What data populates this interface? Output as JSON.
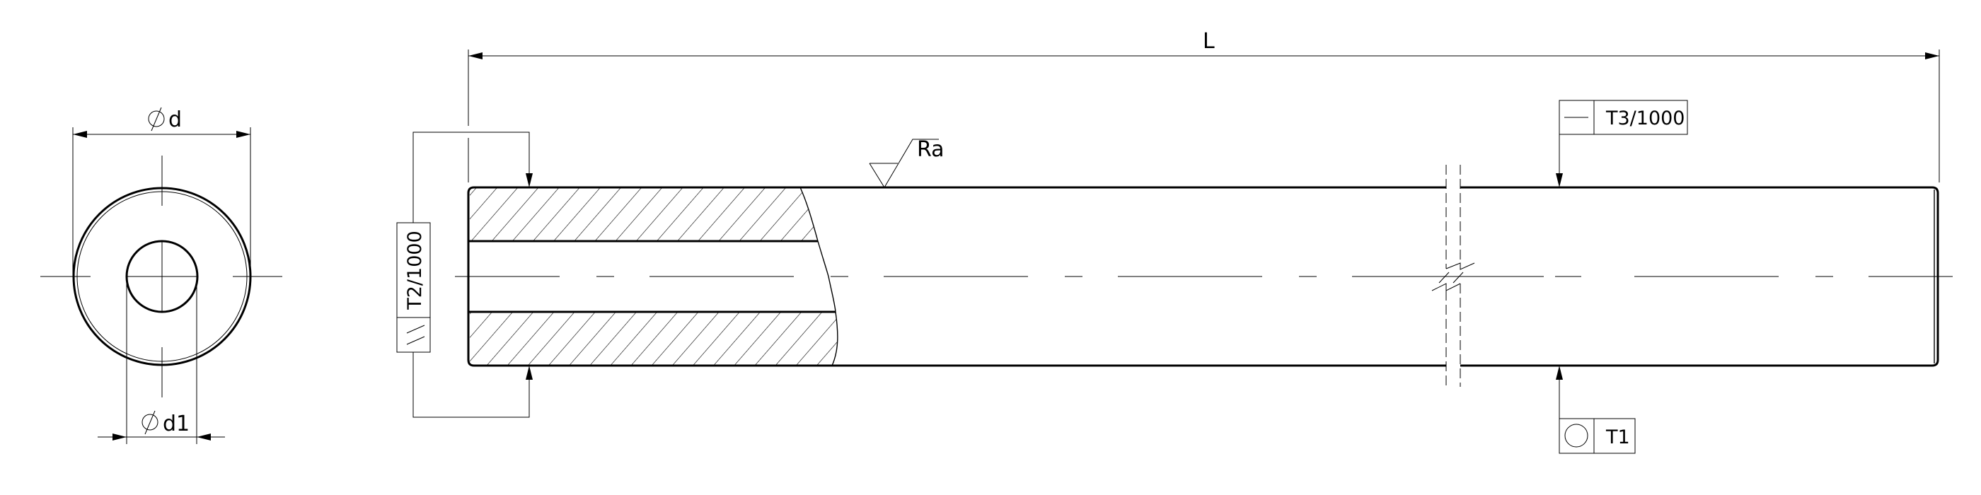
{
  "drawing": {
    "end_view": {
      "outer_diameter_label": "d",
      "inner_diameter_label": "d1",
      "diameter_symbol": "diameter-icon"
    },
    "side_view": {
      "length_label": "L",
      "roughness_label": "Ra",
      "roughness_symbol": "surface-finish-icon",
      "break_symbol": "break-line-icon"
    },
    "tolerances": {
      "straightness": {
        "symbol": "straightness-icon",
        "value": "T3/1000"
      },
      "circularity": {
        "symbol": "circularity-icon",
        "value": "T1"
      },
      "parallelism": {
        "symbol": "parallelism-icon",
        "value": "T2/1000"
      }
    },
    "colors": {
      "line": "#000000",
      "background": "#ffffff"
    }
  }
}
